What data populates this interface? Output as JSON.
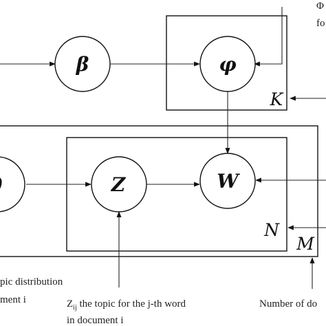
{
  "nodes": {
    "theta": "θ",
    "beta": "β",
    "phi": "φ",
    "z": "Z",
    "w": "W"
  },
  "plates": {
    "k": "K",
    "n": "N",
    "m": "M"
  },
  "annotations": {
    "phi_top_line1": "Φ",
    "phi_top_line2": "fo",
    "theta_line1": "pic distribution",
    "theta_line2": "ment i",
    "z_prefix": "Z",
    "z_subscript": "ij",
    "z_line1_rest": " the topic for the j-th word",
    "z_line2": "in document i",
    "num_docs": "Number of do"
  }
}
